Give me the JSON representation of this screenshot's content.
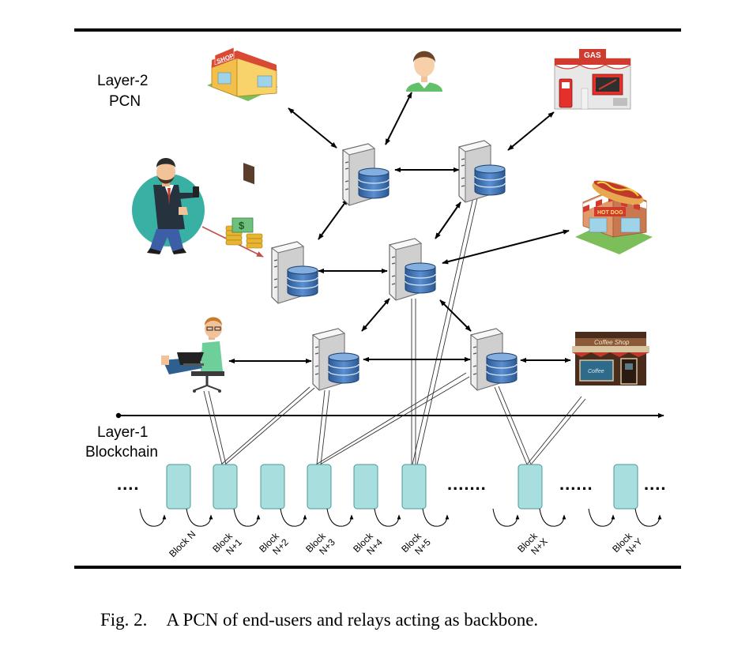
{
  "layers": {
    "layer2": [
      "Layer-2",
      "PCN"
    ],
    "layer1": [
      "Layer-1",
      "Blockchain"
    ]
  },
  "blocks": [
    {
      "lines": [
        "Block N"
      ]
    },
    {
      "lines": [
        "Block",
        "N+1"
      ]
    },
    {
      "lines": [
        "Block",
        "N+2"
      ]
    },
    {
      "lines": [
        "Block",
        "N+3"
      ]
    },
    {
      "lines": [
        "Block",
        "N+4"
      ]
    },
    {
      "lines": [
        "Block",
        "N+5"
      ]
    },
    {
      "lines": [
        "Block",
        "N+X"
      ]
    },
    {
      "lines": [
        "Block",
        "N+Y"
      ]
    }
  ],
  "ellipses": [
    "....",
    ".......",
    "......",
    "...."
  ],
  "signs": {
    "shop": "SHOP",
    "gas": "GAS",
    "hotdog": "HOT DOG",
    "coffee": "Coffee Shop",
    "coffee_window": "Coffee"
  },
  "money_symbol": "$",
  "caption": {
    "fig": "Fig. 2.",
    "text": "A PCN of end-users and relays acting as backbone."
  },
  "icons": [
    "shop-icon",
    "user-avatar-icon",
    "gas-station-icon",
    "businessman-icon",
    "money-icon",
    "hotdog-stand-icon",
    "relaxing-laptop-user-icon",
    "coffee-shop-icon",
    "server-database-icon"
  ],
  "colors": {
    "block_fill": "#a8dede",
    "block_stroke": "#4a9a9a",
    "db_blue": "#3d6fb0",
    "server_gray": "#e2e2e2"
  }
}
